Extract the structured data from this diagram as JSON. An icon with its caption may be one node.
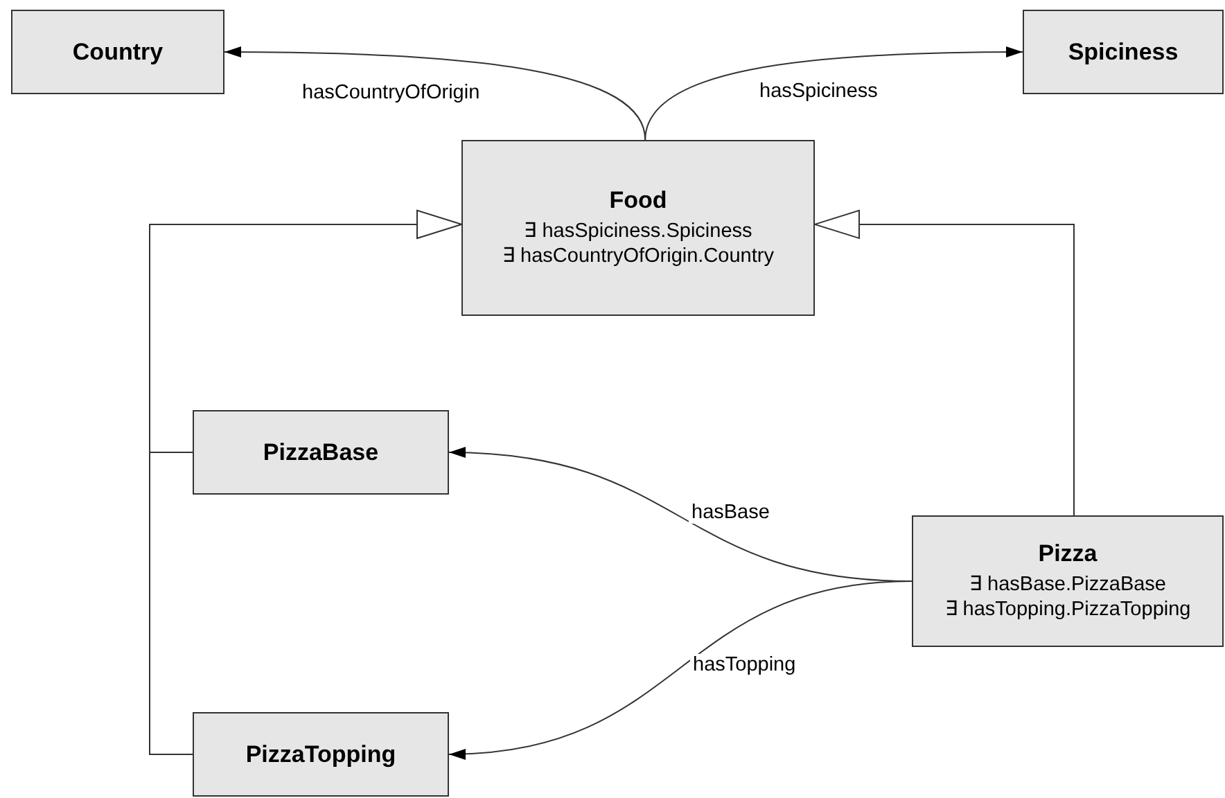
{
  "diagram": {
    "nodes": [
      {
        "text": [
          "Country"
        ]
      },
      {
        "text": [
          "Spiciness"
        ]
      },
      {
        "text": [
          "Food",
          "∃ hasSpiciness.Spiciness",
          "∃ hasCountryOfOrigin.Country"
        ]
      },
      {
        "text": [
          "PizzaBase"
        ]
      },
      {
        "text": [
          "Pizza",
          "∃ hasBase.PizzaBase",
          "∃ hasTopping.PizzaTopping"
        ]
      },
      {
        "text": [
          "PizzaTopping"
        ]
      }
    ],
    "edges": [
      {
        "from": 2,
        "to": 0,
        "arrow": "to",
        "label": "hasCountryOfOrigin"
      },
      {
        "from": 2,
        "to": 1,
        "arrow": "to",
        "label": "hasSpiciness"
      },
      {
        "from": 3,
        "to": 2,
        "arrow": "to"
      },
      {
        "from": 5,
        "to": 2,
        "arrow": "to"
      },
      {
        "from": 4,
        "to": 2,
        "arrow": "to"
      },
      {
        "from": 4,
        "to": 3,
        "arrow": "to",
        "label": "hasBase"
      },
      {
        "from": 4,
        "to": 5,
        "arrow": "to",
        "label": "hasTopping"
      }
    ]
  }
}
